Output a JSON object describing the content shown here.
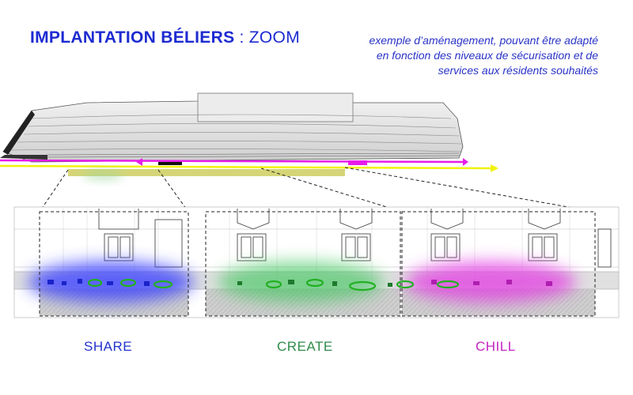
{
  "header": {
    "title_bold": "IMPLANTATION BÉLIERS",
    "title_sep": " : ",
    "title_zoom": "ZOOM",
    "note_lines": [
      "exemple d’aménagement, pouvant être adapté",
      "en fonction des niveaux de sécurisation et de",
      "services aux résidents souhaités"
    ]
  },
  "zones": [
    {
      "label": "SHARE",
      "color": "#2233cc"
    },
    {
      "label": "CREATE",
      "color": "#2e8b4a"
    },
    {
      "label": "CHILL",
      "color": "#c424c4"
    }
  ],
  "colors": {
    "title": "#1d2bd1",
    "route_magenta": "#e81ce8",
    "route_yellow": "#f2f20a",
    "share_glow": "#3038ff",
    "create_glow": "#35c455",
    "chill_glow": "#e23ae2"
  }
}
